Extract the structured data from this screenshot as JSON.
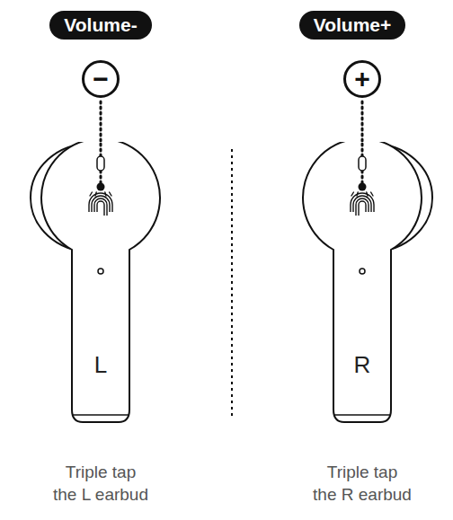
{
  "diagram": {
    "nodes": [
      {
        "text": [
          "Volume-"
        ]
      },
      {
        "text": [
          "−"
        ]
      },
      {
        "text": [
          "L"
        ]
      },
      {
        "text": [
          "Volume+"
        ]
      },
      {
        "text": [
          "+"
        ]
      },
      {
        "text": [
          "R"
        ]
      }
    ],
    "edges": [
      {
        "from": 1,
        "to": 2,
        "arrow": "none"
      },
      {
        "from": 4,
        "to": 5,
        "arrow": "none"
      }
    ],
    "labels": [
      "Triple tap the L earbud",
      "Triple tap the R earbud"
    ]
  }
}
